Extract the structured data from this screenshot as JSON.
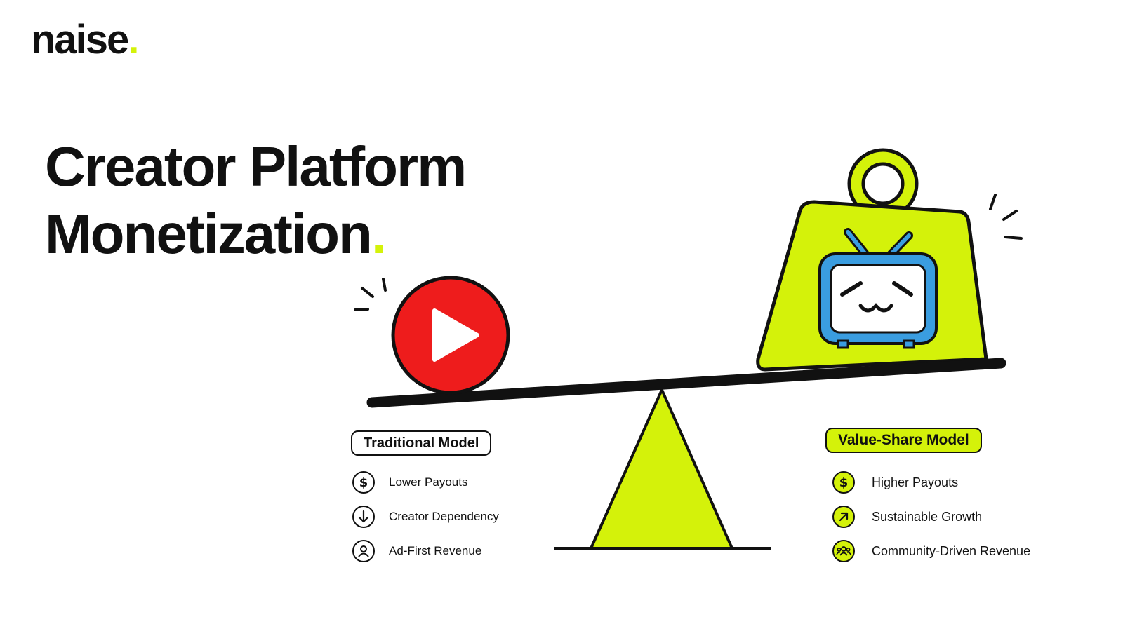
{
  "brand": {
    "name": "naise",
    "dot": "."
  },
  "title": {
    "line1": "Creator Platform",
    "line2": "Monetization",
    "dot": "."
  },
  "colors": {
    "accent": "#d4f20a",
    "play_red": "#ee1c1c",
    "tv_blue": "#3a9de0",
    "ink": "#111111"
  },
  "left_model": {
    "label": "Traditional Model",
    "features": [
      {
        "text": "Lower Payouts",
        "icon": "dollar-icon"
      },
      {
        "text": "Creator Dependency",
        "icon": "arrow-down-icon"
      },
      {
        "text": "Ad-First Revenue",
        "icon": "user-icon"
      }
    ]
  },
  "right_model": {
    "label": "Value-Share Model",
    "features": [
      {
        "text": "Higher Payouts",
        "icon": "dollar-icon"
      },
      {
        "text": "Sustainable Growth",
        "icon": "arrow-up-right-icon"
      },
      {
        "text": "Community-Driven Revenue",
        "icon": "community-icon"
      }
    ]
  },
  "illustration": {
    "left_object": "play-button-icon",
    "right_object": "kettlebell-weight-icon",
    "right_face": "tv-mascot-icon",
    "fulcrum": "triangle-fulcrum"
  }
}
